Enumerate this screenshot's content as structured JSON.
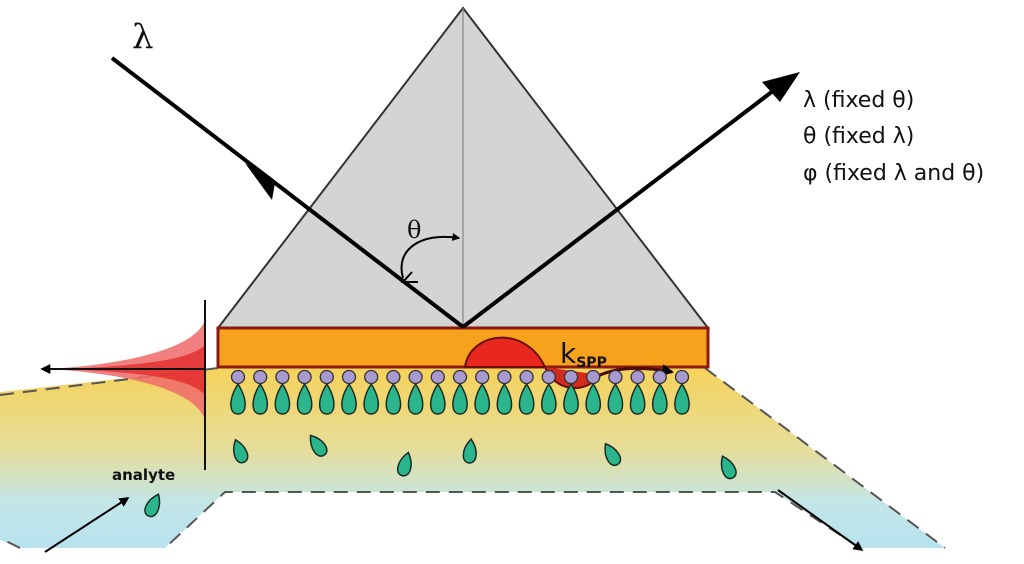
{
  "labels": {
    "incident_wavelength": "λ",
    "angle": "θ",
    "readout_1": "λ (fixed θ)",
    "readout_2": "θ (fixed  λ)",
    "readout_3": "φ (fixed λ and θ)",
    "wavevector_main": "k",
    "wavevector_sub": "SPP",
    "analyte": "analyte"
  },
  "colors": {
    "prism": "#d4d4d4",
    "gold_film": "#f7a21c",
    "gold_border": "#8b1a10",
    "evanescent": "#e8281e",
    "receptor_head": "#a69ad0",
    "receptor_drop": "#2ab58c",
    "channel_top": "#f2cf55",
    "channel_bottom": "#bfe6ec"
  }
}
